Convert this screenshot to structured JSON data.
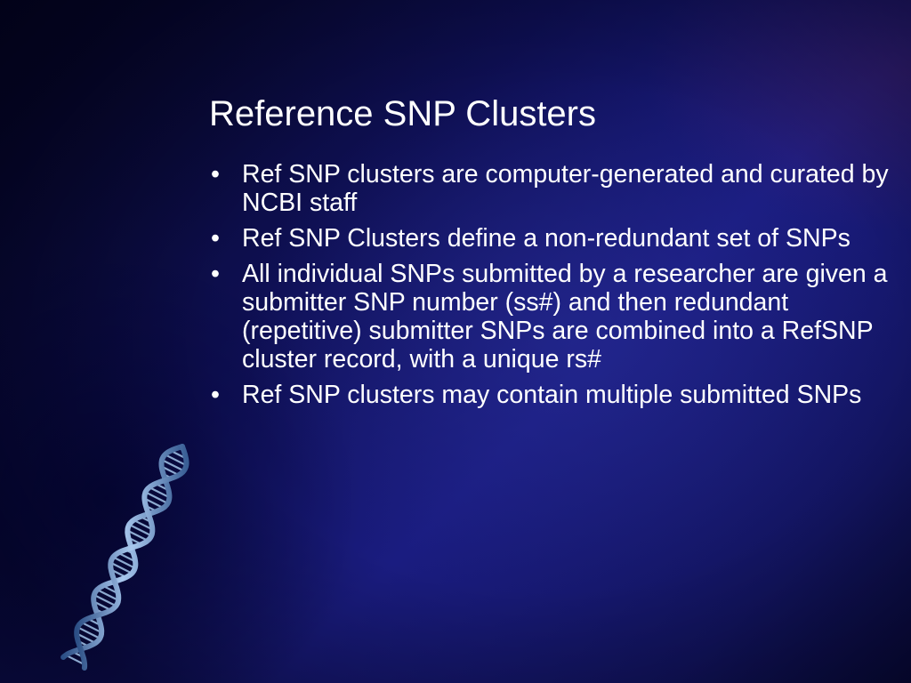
{
  "slide": {
    "title": "Reference SNP Clusters",
    "bullet_symbol": "•",
    "bullets": [
      "Ref SNP clusters are computer-generated and curated by NCBI staff",
      "Ref SNP Clusters define a non-redundant set of SNPs",
      "All individual SNPs submitted by a researcher are given a submitter SNP number (ss#) and then redundant (repetitive) submitter SNPs are combined into a RefSNP cluster record, with a unique rs#",
      "Ref SNP clusters may contain multiple submitted SNPs"
    ],
    "decoration_icon": "dna-helix-icon",
    "colors": {
      "background_dark": "#05051e",
      "background_mid": "#1a1c80",
      "text": "#ffffff",
      "helix": "#7fa9d8"
    }
  }
}
